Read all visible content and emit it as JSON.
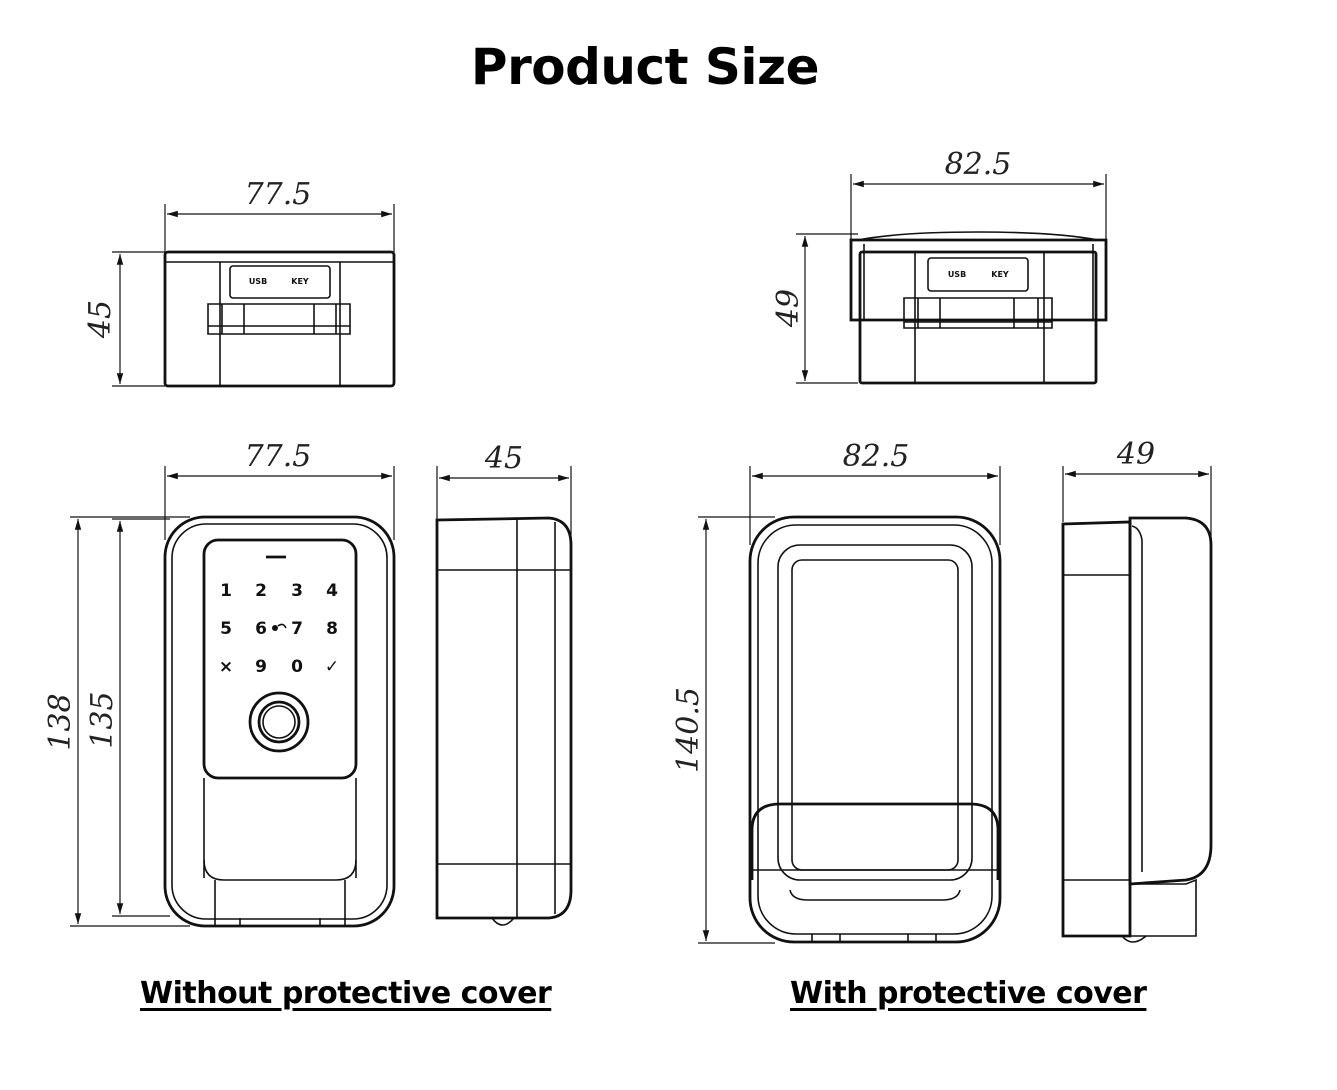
{
  "title": "Product Size",
  "captions": {
    "without_cover": "Without protective cover",
    "with_cover": "With protective cover"
  },
  "dimensions": {
    "left_top_width": "77.5",
    "left_top_height": "45",
    "left_front_width": "77.5",
    "left_side_depth": "45",
    "left_outer_height": "138",
    "left_inner_height": "135",
    "right_top_width": "82.5",
    "right_top_height": "49",
    "right_front_width": "82.5",
    "right_side_depth": "49",
    "right_height": "140.5"
  },
  "ports": {
    "usb": "USB",
    "key": "KEY"
  },
  "keypad": {
    "row1": [
      "1",
      "2",
      "3",
      "4"
    ],
    "row2": [
      "5",
      "6",
      "7",
      "8"
    ],
    "row3": [
      "×",
      "9",
      "0",
      "✓"
    ]
  }
}
